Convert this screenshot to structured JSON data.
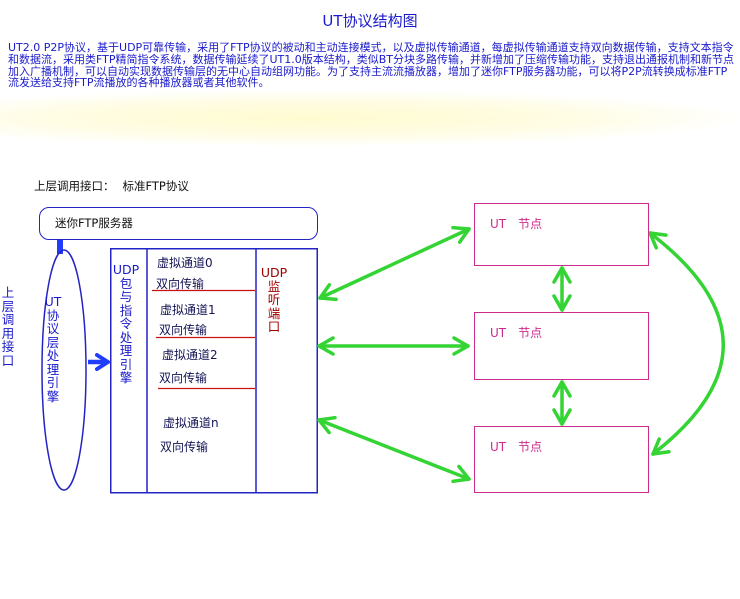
{
  "title": "UT协议结构图",
  "description": "UT2.0 P2P协议，基于UDP可靠传输，采用了FTP协议的被动和主动连接模式，以及虚拟传输通道，每虚拟传输通道支持双向数据传输，支持文本指令和数据流，采用类FTP精简指令系统，数据传输延续了UT1.0版本结构，类似BT分块多路传输，并新增加了压缩传输功能，支持退出通报机制和新节点加入广播机制，可以自动实现数据传输层的无中心自动组网功能。为了支持主流流播放器，增加了迷你FTP服务器功能，可以将P2P流转换成标准FTP流发送给支持FTP流播放的各种播放器或者其他软件。",
  "upper_interface": {
    "caption": "上层调用接口：",
    "protocol": "标准FTP协议"
  },
  "side_label": "上层调用接口",
  "mini_ftp_server": {
    "label": "迷你FTP服务器"
  },
  "protocol_engine": {
    "label": "UT协议层处理引擎"
  },
  "channel_block": {
    "udp_engine_label": "UDP包与指令处理引擎",
    "channels": [
      {
        "name": "虚拟通道0",
        "mode": "双向传输"
      },
      {
        "name": "虚拟通道1",
        "mode": "双向传输"
      },
      {
        "name": "虚拟通道2",
        "mode": "双向传输"
      },
      {
        "name": "虚拟通道n",
        "mode": "双向传输"
      }
    ],
    "udp_port_label": "UDP监听端口"
  },
  "nodes": [
    {
      "label": "UT　节点"
    },
    {
      "label": "UT　节点"
    },
    {
      "label": "UT　节点"
    }
  ],
  "colors": {
    "text_blue": "#1a1acc",
    "frame_blue": "#2424c4",
    "engine_blue": "#1f3cff",
    "link_green": "#33d433",
    "node_magenta": "#cc2a8c",
    "divider_red": "#cc1111",
    "port_red": "#a00000",
    "band_yellow": "#fffbd0"
  }
}
